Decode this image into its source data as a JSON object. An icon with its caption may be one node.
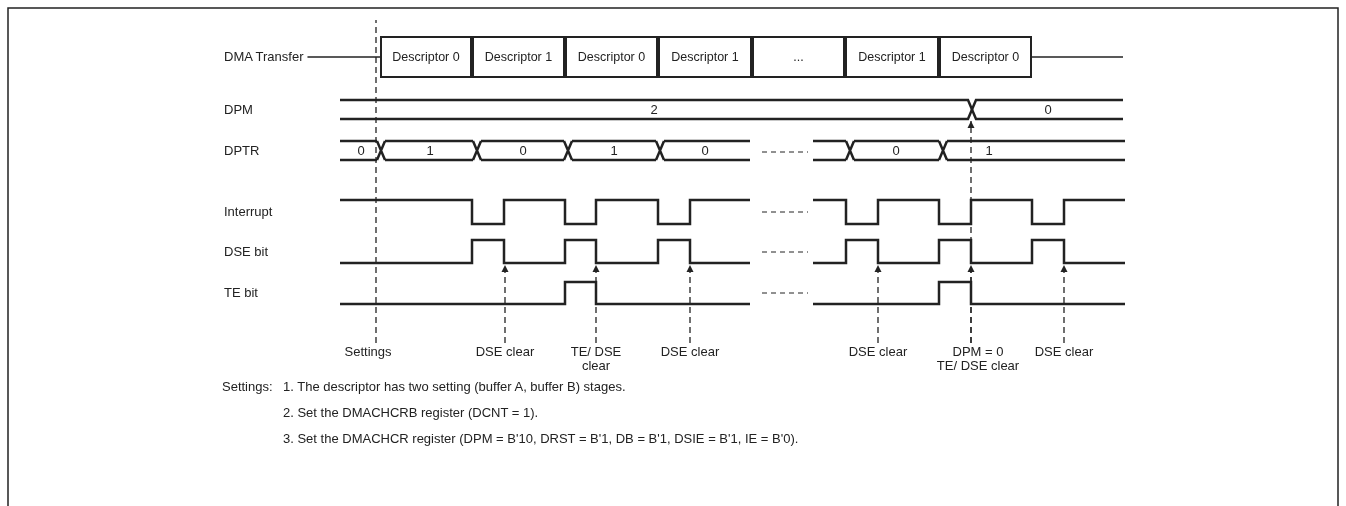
{
  "diagram": {
    "nodes": [
      {
        "text": [
          "DMA Transfer"
        ]
      },
      {
        "text": [
          "Descriptor 0"
        ]
      },
      {
        "text": [
          "Descriptor 1"
        ]
      },
      {
        "text": [
          "Descriptor 0"
        ]
      },
      {
        "text": [
          "Descriptor 1"
        ]
      },
      {
        "text": [
          "..."
        ]
      },
      {
        "text": [
          "Descriptor 1"
        ]
      },
      {
        "text": [
          "Descriptor 0"
        ]
      },
      {
        "text": [
          "Settings"
        ]
      },
      {
        "text": [
          "DSE clear"
        ]
      },
      {
        "text": [
          "TE/ DSE clear"
        ]
      },
      {
        "text": [
          "DSE clear"
        ]
      },
      {
        "text": [
          "DSE clear"
        ]
      },
      {
        "text": [
          "DPM = 0",
          "TE/ DSE clear"
        ]
      },
      {
        "text": [
          "DSE clear"
        ]
      }
    ],
    "edges": [
      {
        "from": 0,
        "to": 1,
        "arrow": "none"
      },
      {
        "from": 7,
        "to": null,
        "arrow": "none"
      },
      {
        "from": 8,
        "to": null,
        "arrow": "none",
        "style": "dashed"
      },
      {
        "from": 9,
        "to": null,
        "arrow": "to",
        "style": "dashed"
      },
      {
        "from": 10,
        "to": null,
        "arrow": "to",
        "style": "dashed"
      },
      {
        "from": 11,
        "to": null,
        "arrow": "to",
        "style": "dashed"
      },
      {
        "from": 12,
        "to": null,
        "arrow": "to",
        "style": "dashed"
      },
      {
        "from": 13,
        "to": null,
        "arrow": "to",
        "style": "dashed"
      },
      {
        "from": 13,
        "to": null,
        "arrow": "to",
        "style": "dashed"
      },
      {
        "from": 14,
        "to": null,
        "arrow": "to",
        "style": "dashed"
      }
    ],
    "labels": [
      "DPM",
      "2",
      "0",
      "DPTR",
      "0",
      "1",
      "0",
      "1",
      "0",
      "0",
      "1",
      "Interrupt",
      "DSE bit",
      "TE bit",
      "Settings:",
      "1. The descriptor has two setting (buffer A, buffer B) stages.",
      "2. Set the DMACHCRB register (DCNT = 1).",
      "3. Set the DMACHCR register (DPM = B'10, DRST = B'1, DB = B'1, DSIE = B'1, IE = B'0)."
    ]
  }
}
